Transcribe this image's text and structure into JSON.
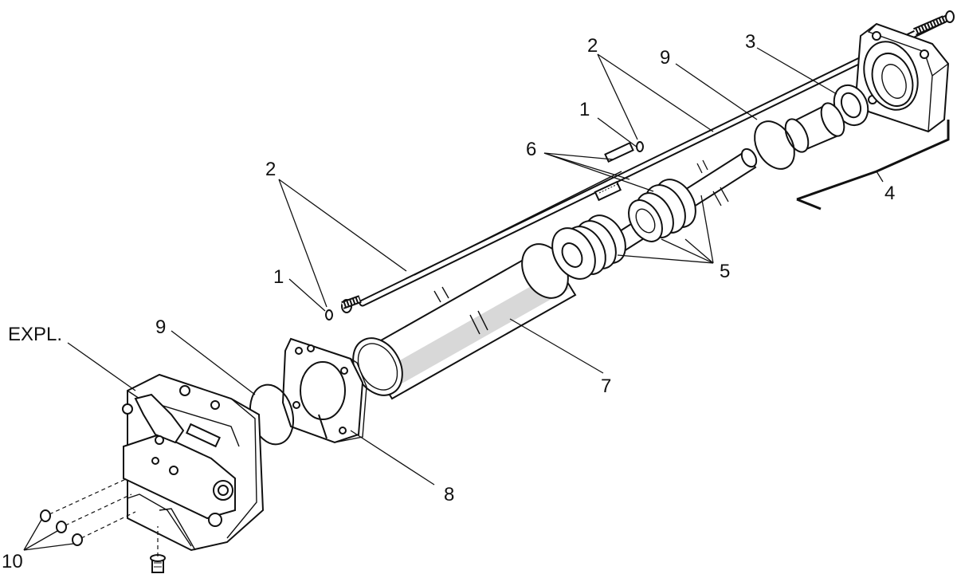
{
  "diagram": {
    "callouts": {
      "expl": "EXPL.",
      "c1_top": "1",
      "c2_top": "2",
      "c3": "3",
      "c9_top": "9",
      "c6": "6",
      "c4": "4",
      "c5": "5",
      "c2_mid": "2",
      "c1_mid": "1",
      "c9_left": "9",
      "c7": "7",
      "c8": "8",
      "c10": "10"
    },
    "parts": [
      "o-ring-1",
      "tie-rod-2",
      "bearing-3",
      "end-cap-assembly-4",
      "piston-seal-5",
      "set-screw-6",
      "cylinder-tube-7",
      "mounting-flange-8",
      "o-ring-9",
      "o-ring-10",
      "valve-block-expl"
    ],
    "colors": {
      "line": "#111111",
      "shade": "#d8d8d8",
      "background": "#ffffff"
    }
  }
}
